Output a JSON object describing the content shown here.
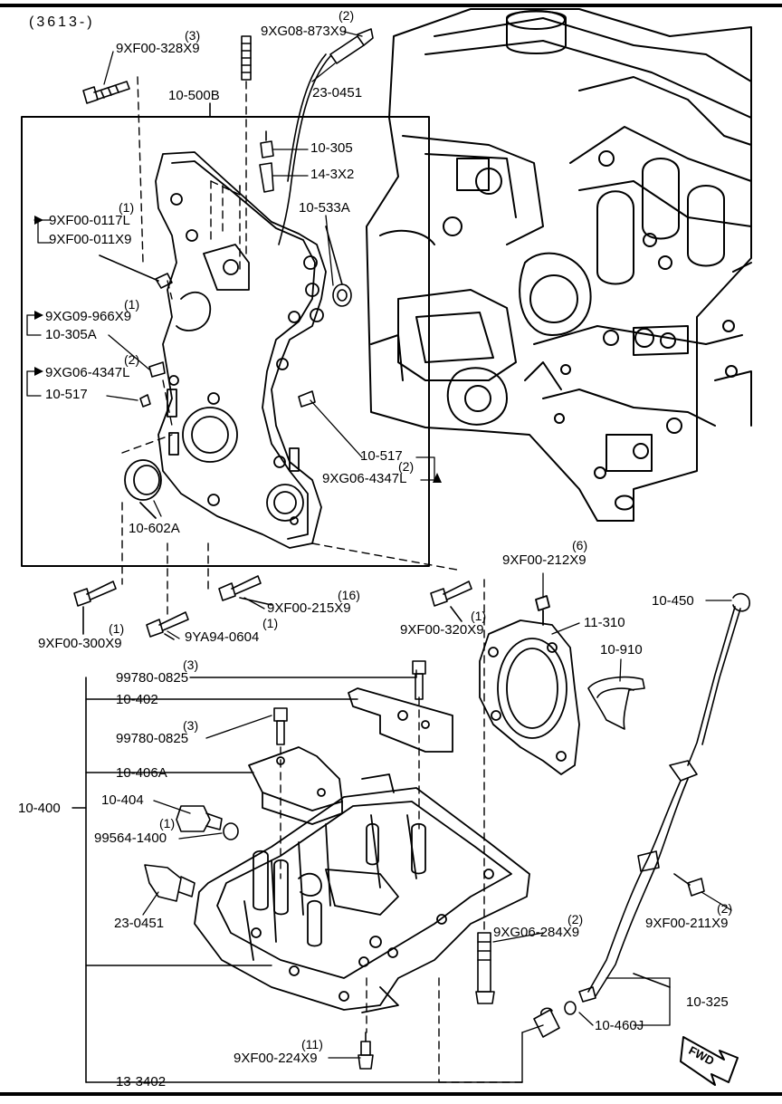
{
  "diagram": {
    "ref_code": "(3613-)",
    "fwd_label": "FWD",
    "labels": {
      "p_9xf00_328x9": "9XF00-328X9",
      "q_328": "(3)",
      "p_9xg08_873x9": "9XG08-873X9",
      "q_873": "(2)",
      "p_23_0451_top": "23-0451",
      "p_10_500b": "10-500B",
      "p_10_305": "10-305",
      "p_14_3x2": "14-3X2",
      "p_10_533a": "10-533A",
      "p_9xf00_0117l": "9XF00-0117L",
      "p_9xf00_011x9": "9XF00-011X9",
      "q_011": "(1)",
      "p_9xg09_966x9": "9XG09-966X9",
      "q_966": "(1)",
      "p_10_305a": "10-305A",
      "p_9xg06_4347l_left": "9XG06-4347L",
      "q_4347_left": "(2)",
      "p_10_517_left": "10-517",
      "p_10_517_right": "10-517",
      "p_9xg06_4347l_right": "9XG06-4347L",
      "q_4347_right": "(2)",
      "p_10_602a": "10-602A",
      "p_9xf00_300x9": "9XF00-300X9",
      "q_300": "(1)",
      "p_9ya94_0604": "9YA94-0604",
      "q_0604": "(1)",
      "p_9xf00_215x9": "9XF00-215X9",
      "q_215": "(16)",
      "p_9xf00_320x9": "9XF00-320X9",
      "q_320": "(1)",
      "p_9xf00_212x9": "9XF00-212X9",
      "q_212": "(6)",
      "p_11_310": "11-310",
      "p_10_910": "10-910",
      "p_10_450": "10-450",
      "p_99780_0825_a": "99780-0825",
      "q_0825_a": "(3)",
      "p_10_402": "10-402",
      "p_99780_0825_b": "99780-0825",
      "q_0825_b": "(3)",
      "p_10_406a": "10-406A",
      "p_10_400": "10-400",
      "p_10_404": "10-404",
      "p_99564_1400": "99564-1400",
      "q_1400": "(1)",
      "p_23_0451_bottom": "23-0451",
      "p_9xg06_284x9": "9XG06-284X9",
      "q_284": "(2)",
      "p_9xf00_211x9": "9XF00-211X9",
      "q_211": "(2)",
      "p_10_325": "10-325",
      "p_10_460j": "10-460J",
      "p_9xf00_224x9": "9XF00-224X9",
      "q_224": "(11)",
      "p_13_3402": "13-3402"
    }
  }
}
